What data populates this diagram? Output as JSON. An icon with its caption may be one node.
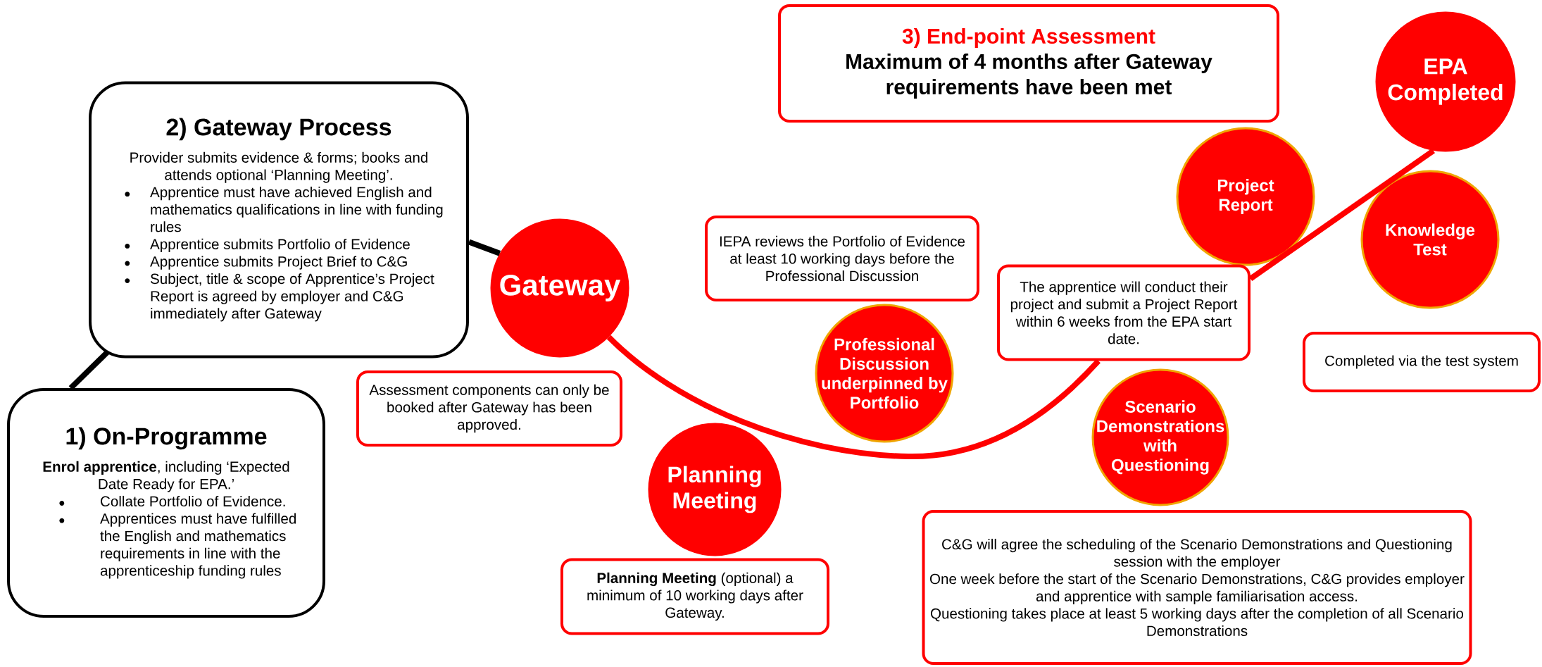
{
  "diagram": {
    "nodes": [
      {
        "text": [
          "1) On-Programme",
          "**Enrol apprentice**, including ‘Expected Date Ready for EPA.’",
          "Collate Portfolio of Evidence.",
          "Apprentices must have fulfilled the English and mathematics requirements in line with the apprenticeship funding rules"
        ]
      },
      {
        "text": [
          "2) Gateway Process",
          "Provider submits evidence & forms; books and attends optional ‘Planning Meeting’.",
          "Apprentice must have achieved English and mathematics qualifications in line with funding rules",
          "Apprentice submits Portfolio of Evidence",
          "Apprentice submits Project Brief to C&G",
          "Subject, title & scope of Apprentice’s Project Report is agreed by employer and C&G immediately after Gateway"
        ]
      },
      {
        "text": [
          "Gateway"
        ]
      },
      {
        "text": [
          "Assessment components can only be booked after Gateway has been approved."
        ]
      },
      {
        "text": [
          "Planning Meeting"
        ]
      },
      {
        "text": [
          "**Planning Meeting** (optional) a minimum of 10 working days after Gateway."
        ]
      },
      {
        "text": [
          "IEPA reviews the Portfolio of Evidence at least 10 working days before the Professional Discussion"
        ]
      },
      {
        "text": [
          "Professional Discussion underpinned by Portfolio"
        ]
      },
      {
        "text": [
          "3) End-point Assessment",
          "Maximum of 4 months after Gateway requirements have been met"
        ]
      },
      {
        "text": [
          "Project Report"
        ]
      },
      {
        "text": [
          "The apprentice will conduct their project and submit a Project Report within 6 weeks from the EPA start date."
        ]
      },
      {
        "text": [
          "Scenario Demonstrations with Questioning"
        ]
      },
      {
        "text": [
          "C&G will agree the scheduling of the Scenario Demonstrations and Questioning session with the employer",
          "One week before the start of the Scenario Demonstrations, C&G provides employer and apprentice with sample familiarisation access.",
          "Questioning takes place at least 5 working days after the completion of all Scenario Demonstrations"
        ]
      },
      {
        "text": [
          "EPA Completed"
        ]
      },
      {
        "text": [
          "Knowledge Test"
        ]
      },
      {
        "text": [
          "Completed via the test system"
        ]
      }
    ],
    "edges": [
      {
        "from": 0,
        "to": 1,
        "arrow": "none",
        "color": "#000000"
      },
      {
        "from": 1,
        "to": 2,
        "arrow": "none",
        "color": "#000000"
      },
      {
        "from": 2,
        "to": 10,
        "arrow": "none",
        "color": "#ff0000"
      },
      {
        "from": 10,
        "to": 13,
        "arrow": "none",
        "color": "#ff0000"
      }
    ]
  }
}
